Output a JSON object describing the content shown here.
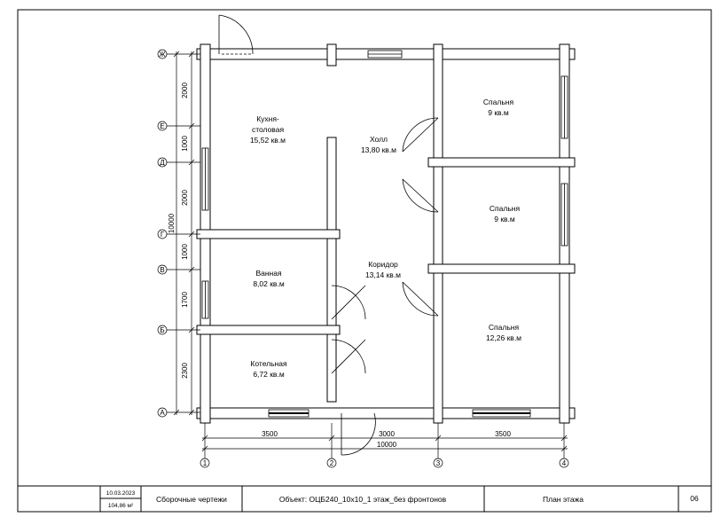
{
  "rooms": {
    "kitchen_l1": "Кухня-",
    "kitchen_l2": "столовая",
    "kitchen_area": "15,52 кв.м",
    "hall": "Холл",
    "hall_area": "13,80 кв.м",
    "bedroom1": "Спальня",
    "bedroom1_area": "9 кв.м",
    "bedroom2": "Спальня",
    "bedroom2_area": "9 кв.м",
    "bathroom": "Ванная",
    "bathroom_area": "8,02 кв.м",
    "corridor": "Коридор",
    "corridor_area": "13,14 кв.м",
    "bedroom3": "Спальня",
    "bedroom3_area": "12,26 кв.м",
    "boiler": "Котельная",
    "boiler_area": "6,72 кв.м"
  },
  "axes_letters": {
    "zh": "Ж",
    "e": "Е",
    "d": "Д",
    "g": "Г",
    "v": "В",
    "b": "Б",
    "a": "А"
  },
  "axes_numbers": {
    "n1": "1",
    "n2": "2",
    "n3": "3",
    "n4": "4"
  },
  "dimensions_vertical": {
    "d1": "2000",
    "d2": "1000",
    "d3": "2000",
    "d4": "1000",
    "d5": "1700",
    "d6": "2300",
    "total": "10000"
  },
  "dimensions_horizontal": {
    "d1": "3500",
    "d2": "3000",
    "d3": "3500",
    "total": "10000"
  },
  "title_block": {
    "date": "10.03.2023",
    "area": "104,86 м²",
    "section": "Сборочные чертежи",
    "object": "Объект: ОЦБ240_10х10_1 этаж_без фронтонов",
    "sheet_title": "План этажа",
    "sheet_number": "06"
  }
}
